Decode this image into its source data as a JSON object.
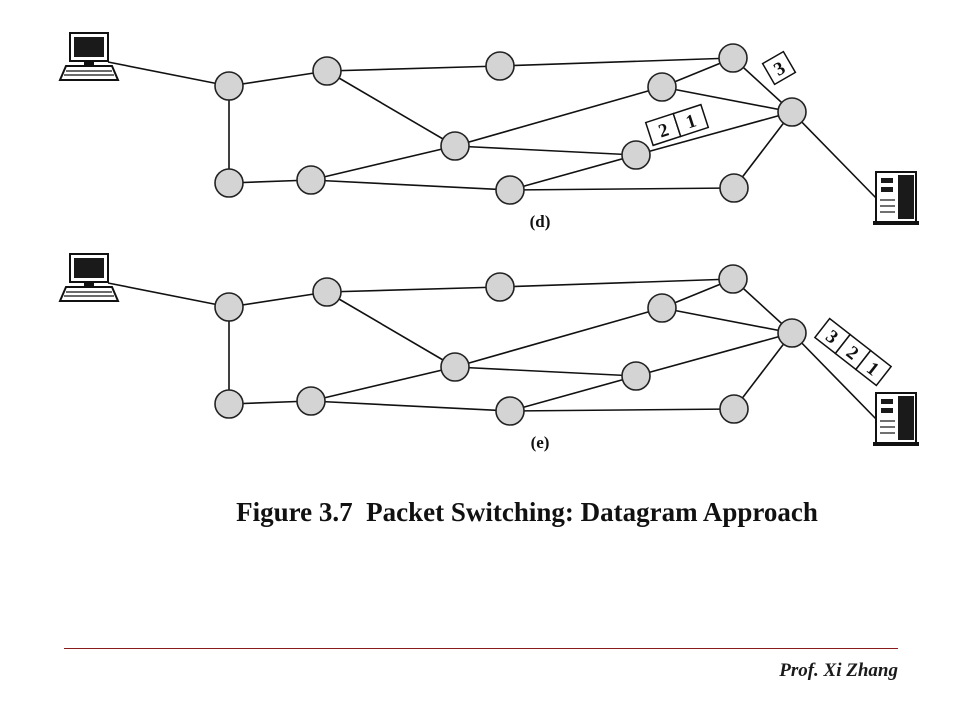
{
  "figure": {
    "caption": "Figure 3.7  Packet Switching: Datagram Approach",
    "author": "Prof. Xi Zhang",
    "colors": {
      "node_fill": "#d4d4d4",
      "outline": "#111111",
      "footer_rule": "#8b1a1a"
    },
    "icons": {
      "source": "computer-terminal-icon",
      "destination": "server-tower-icon"
    },
    "panels": [
      {
        "label": "(d)",
        "packets": [
          {
            "id": "3",
            "position": "in transit near exit node"
          },
          {
            "id": "2",
            "position": "queued on link into exit node"
          },
          {
            "id": "1",
            "position": "queued on link into exit node"
          }
        ]
      },
      {
        "label": "(e)",
        "packets": [
          {
            "id": "3",
            "position": "arriving at destination"
          },
          {
            "id": "2",
            "position": "arriving at destination"
          },
          {
            "id": "1",
            "position": "arriving at destination"
          }
        ]
      }
    ]
  }
}
